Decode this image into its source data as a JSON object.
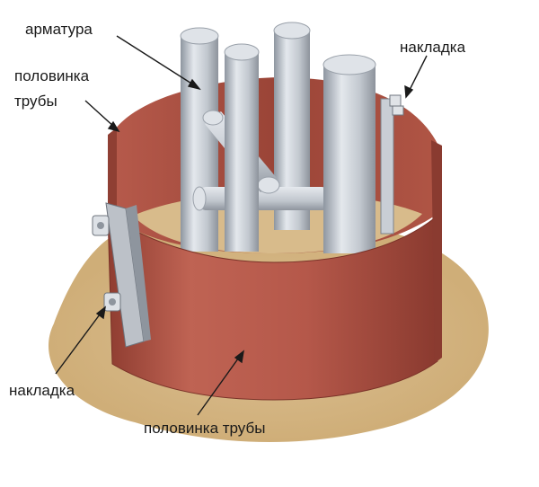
{
  "labels": {
    "rebar": "арматура",
    "half_pipe_top_line1": "половинка",
    "half_pipe_top_line2": "трубы",
    "overlay_top": "накладка",
    "overlay_bottom": "накладка",
    "half_pipe_bottom": "половинка трубы"
  },
  "colors": {
    "pipe_outer": "#b5584a",
    "pipe_inner": "#a2473a",
    "sand": "#d6b887",
    "rebar": "#c7ccd3",
    "plate": "#b8bdc4"
  }
}
